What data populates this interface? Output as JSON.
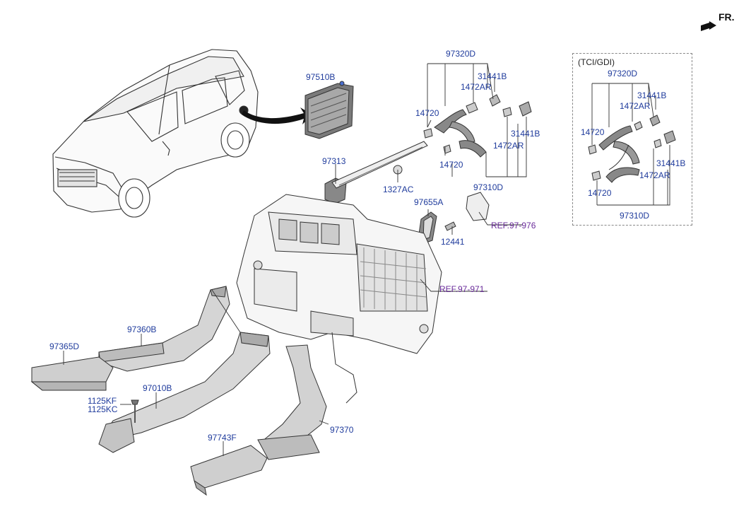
{
  "orientation": {
    "label": "FR."
  },
  "variant_box": {
    "title": "(TCI/GDI)"
  },
  "labels": {
    "p97510B": "97510B",
    "p97320D": "97320D",
    "p31441B_a": "31441B",
    "p1472AR_a": "1472AR",
    "p14720_a": "14720",
    "p31441B_b": "31441B",
    "p1472AR_b": "1472AR",
    "p14720_b": "14720",
    "p97310D": "97310D",
    "p97313": "97313",
    "p1327AC": "1327AC",
    "p97655A": "97655A",
    "p12441": "12441",
    "ref_976": "REF.97-976",
    "ref_971": "REF.97-971",
    "p97360B": "97360B",
    "p97365D": "97365D",
    "p97010B": "97010B",
    "p1125KF": "1125KF",
    "p1125KC": "1125KC",
    "p97743F": "97743F",
    "p97370": "97370",
    "alt_97320D": "97320D",
    "alt_31441B_a": "31441B",
    "alt_1472AR_a": "1472AR",
    "alt_14720_a": "14720",
    "alt_31441B_b": "31441B",
    "alt_1472AR_b": "1472AR",
    "alt_14720_b": "14720",
    "alt_97310D": "97310D"
  },
  "colors": {
    "label": "#1f3b9c",
    "ref": "#6a2c9a",
    "line": "#333333",
    "part_fill": "#d9d9d9",
    "part_dark": "#9a9a9a"
  }
}
